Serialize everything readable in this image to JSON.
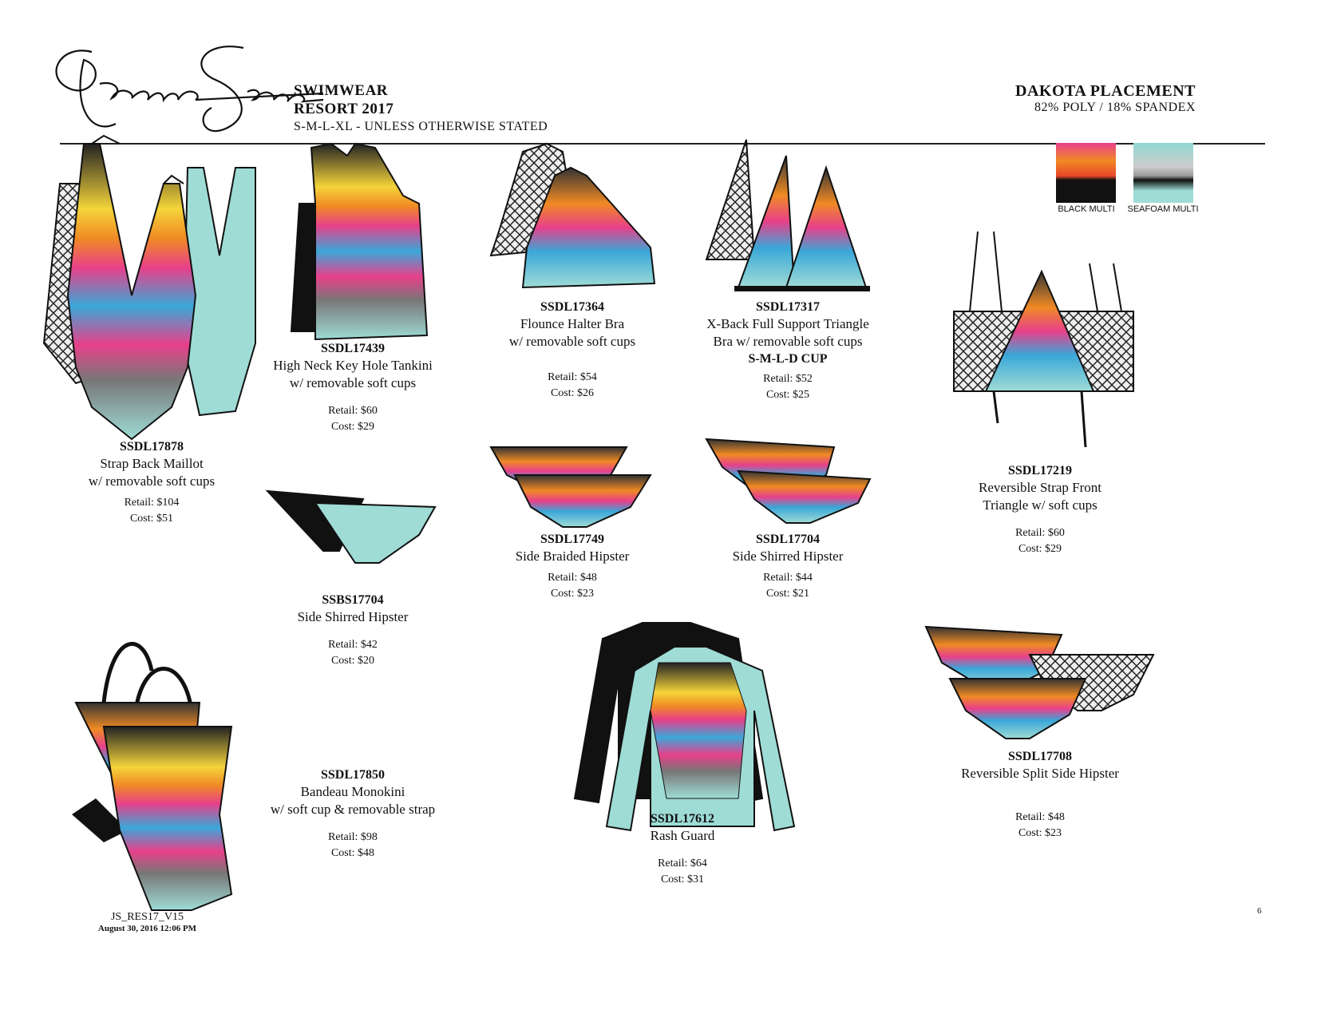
{
  "brand": {
    "logo_text": "Jessica Simpson"
  },
  "header": {
    "line1": "SWIMWEAR",
    "line2": "RESORT 2017",
    "line3": "S-M-L-XL - UNLESS OTHERWISE STATED",
    "right_title": "DAKOTA PLACEMENT",
    "right_sub": "82% POLY / 18% SPANDEX"
  },
  "swatches": [
    {
      "label": "BLACK MULTI",
      "color": "#e8472a"
    },
    {
      "label": "SEAFOAM MULTI",
      "color": "#8fd8d2"
    }
  ],
  "colors": {
    "seafoam": "#9fdcd6",
    "black": "#111111",
    "pink": "#e8408a",
    "blue": "#3aa7d8",
    "orange": "#f08a24",
    "yellow": "#f4d43a"
  },
  "items": [
    {
      "code": "SSDL17878",
      "name1": "Strap Back Maillot",
      "name2": "w/ removable soft cups",
      "retail": "Retail: $104",
      "cost": "Cost: $51"
    },
    {
      "code": "SSDL17439",
      "name1": "High Neck Key Hole Tankini",
      "name2": "w/ removable soft cups",
      "retail": "Retail: $60",
      "cost": "Cost: $29"
    },
    {
      "code": "SSDL17364",
      "name1": "Flounce Halter Bra",
      "name2": "w/ removable soft cups",
      "retail": "Retail: $54",
      "cost": "Cost: $26"
    },
    {
      "code": "SSDL17317",
      "name1": "X-Back Full Support Triangle",
      "name2": "Bra w/ removable soft cups",
      "size": "S-M-L-D CUP",
      "retail": "Retail: $52",
      "cost": "Cost: $25"
    },
    {
      "code": "SSDL17219",
      "name1": "Reversible Strap Front",
      "name2": "Triangle w/ soft cups",
      "retail": "Retail: $60",
      "cost": "Cost: $29"
    },
    {
      "code": "SSBS17704",
      "name1": "Side Shirred Hipster",
      "retail": "Retail: $42",
      "cost": "Cost: $20"
    },
    {
      "code": "SSDL17749",
      "name1": "Side Braided Hipster",
      "retail": "Retail: $48",
      "cost": "Cost: $23"
    },
    {
      "code": "SSDL17704",
      "name1": "Side Shirred Hipster",
      "retail": "Retail: $44",
      "cost": "Cost: $21"
    },
    {
      "code": "SSDL17850",
      "name1": "Bandeau Monokini",
      "name2": "w/ soft cup & removable strap",
      "retail": "Retail: $98",
      "cost": "Cost: $48"
    },
    {
      "code": "SSDL17612",
      "name1": "Rash Guard",
      "retail": "Retail: $64",
      "cost": "Cost: $31"
    },
    {
      "code": "SSDL17708",
      "name1": "Reversible Split Side Hipster",
      "retail": "Retail: $48",
      "cost": "Cost: $23"
    }
  ],
  "footer": {
    "file": "JS_RES17_V15",
    "date": "August 30, 2016 12:06 PM",
    "page": "6"
  }
}
